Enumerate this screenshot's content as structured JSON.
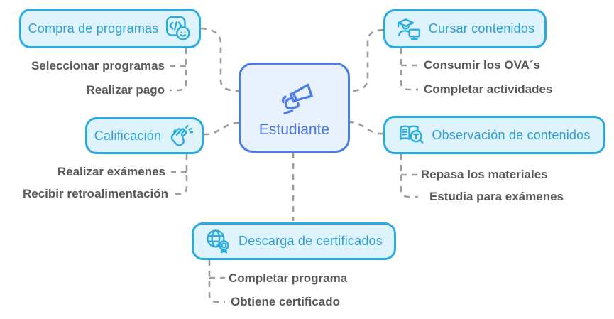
{
  "colors": {
    "branch_border": "#29ABE2",
    "branch_fill": "#DFF3FC",
    "branch_text": "#2E9FD9",
    "center_border": "#4A7DE8",
    "center_fill": "#E9F0FE",
    "center_text": "#4577E5",
    "subtask_text": "#595959",
    "connector": "#9C9C9C",
    "background": "#FFFFFF"
  },
  "center": {
    "label": "Estudiante",
    "icon": "megaphone-icon"
  },
  "branches": [
    {
      "id": "compra",
      "label": "Compra de programas",
      "icon": "code-smiley-icon",
      "children": [
        "Seleccionar programas",
        "Realizar pago"
      ]
    },
    {
      "id": "cursar",
      "label": "Cursar contenidos",
      "icon": "graduate-monitor-icon",
      "children": [
        "Consumir los OVA´s",
        "Completar actividades"
      ]
    },
    {
      "id": "calificacion",
      "label": "Calificación",
      "icon": "clapping-hands-icon",
      "children": [
        "Realizar exámenes",
        "Recibir retroalimentación"
      ]
    },
    {
      "id": "observacion",
      "label": "Observación de contenidos",
      "icon": "book-search-icon",
      "children": [
        "Repasa los materiales",
        "Estudia para exámenes"
      ]
    },
    {
      "id": "descarga",
      "label": "Descarga de certificados",
      "icon": "globe-certificate-icon",
      "children": [
        "Completar programa",
        "Obtiene certificado"
      ]
    }
  ]
}
